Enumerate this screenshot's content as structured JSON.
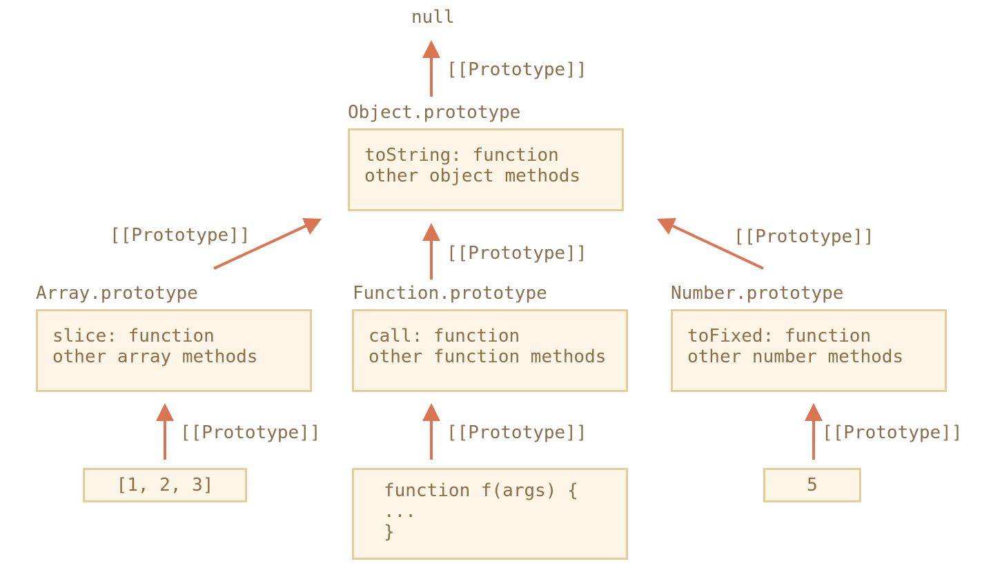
{
  "colors": {
    "arrow": "#d97552",
    "box_border": "#e6cc98",
    "box_fill": "#fdf6e6",
    "text": "#8a6d4a"
  },
  "null_label": "null",
  "proto_link_label": "[[Prototype]]",
  "object_proto": {
    "name": "Object.prototype",
    "lines": [
      "toString: function",
      "other object methods"
    ]
  },
  "array_proto": {
    "name": "Array.prototype",
    "lines": [
      "slice: function",
      "other array methods"
    ]
  },
  "function_proto": {
    "name": "Function.prototype",
    "lines": [
      "call: function",
      "other function methods"
    ]
  },
  "number_proto": {
    "name": "Number.prototype",
    "lines": [
      "toFixed: function",
      "other number methods"
    ]
  },
  "array_instance": "[1, 2, 3]",
  "function_instance": {
    "lines": [
      "function f(args) {",
      "...",
      "}"
    ]
  },
  "number_instance": "5"
}
